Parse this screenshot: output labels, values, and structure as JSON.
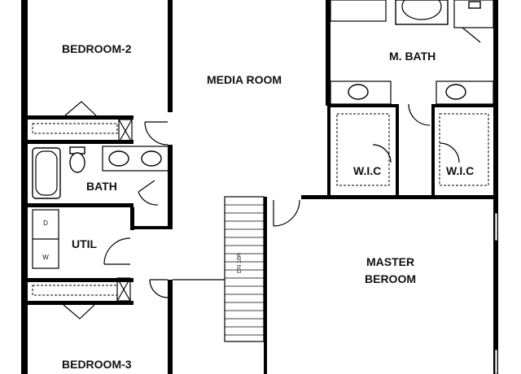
{
  "rooms": {
    "bedroom_2": "BEDROOM-2",
    "media_room": "MEDIA ROOM",
    "m_bath": "M. BATH",
    "bath": "BATH",
    "wic_left": "W.I.C",
    "wic_right": "W.I.C",
    "util": "UTIL",
    "master_line1": "MASTER",
    "master_line2": "BEROOM",
    "bedroom_3": "BEDROOM-3"
  },
  "appliances": {
    "dryer": "D",
    "washer": "W"
  },
  "stairs": {
    "label": "DN 16R"
  }
}
